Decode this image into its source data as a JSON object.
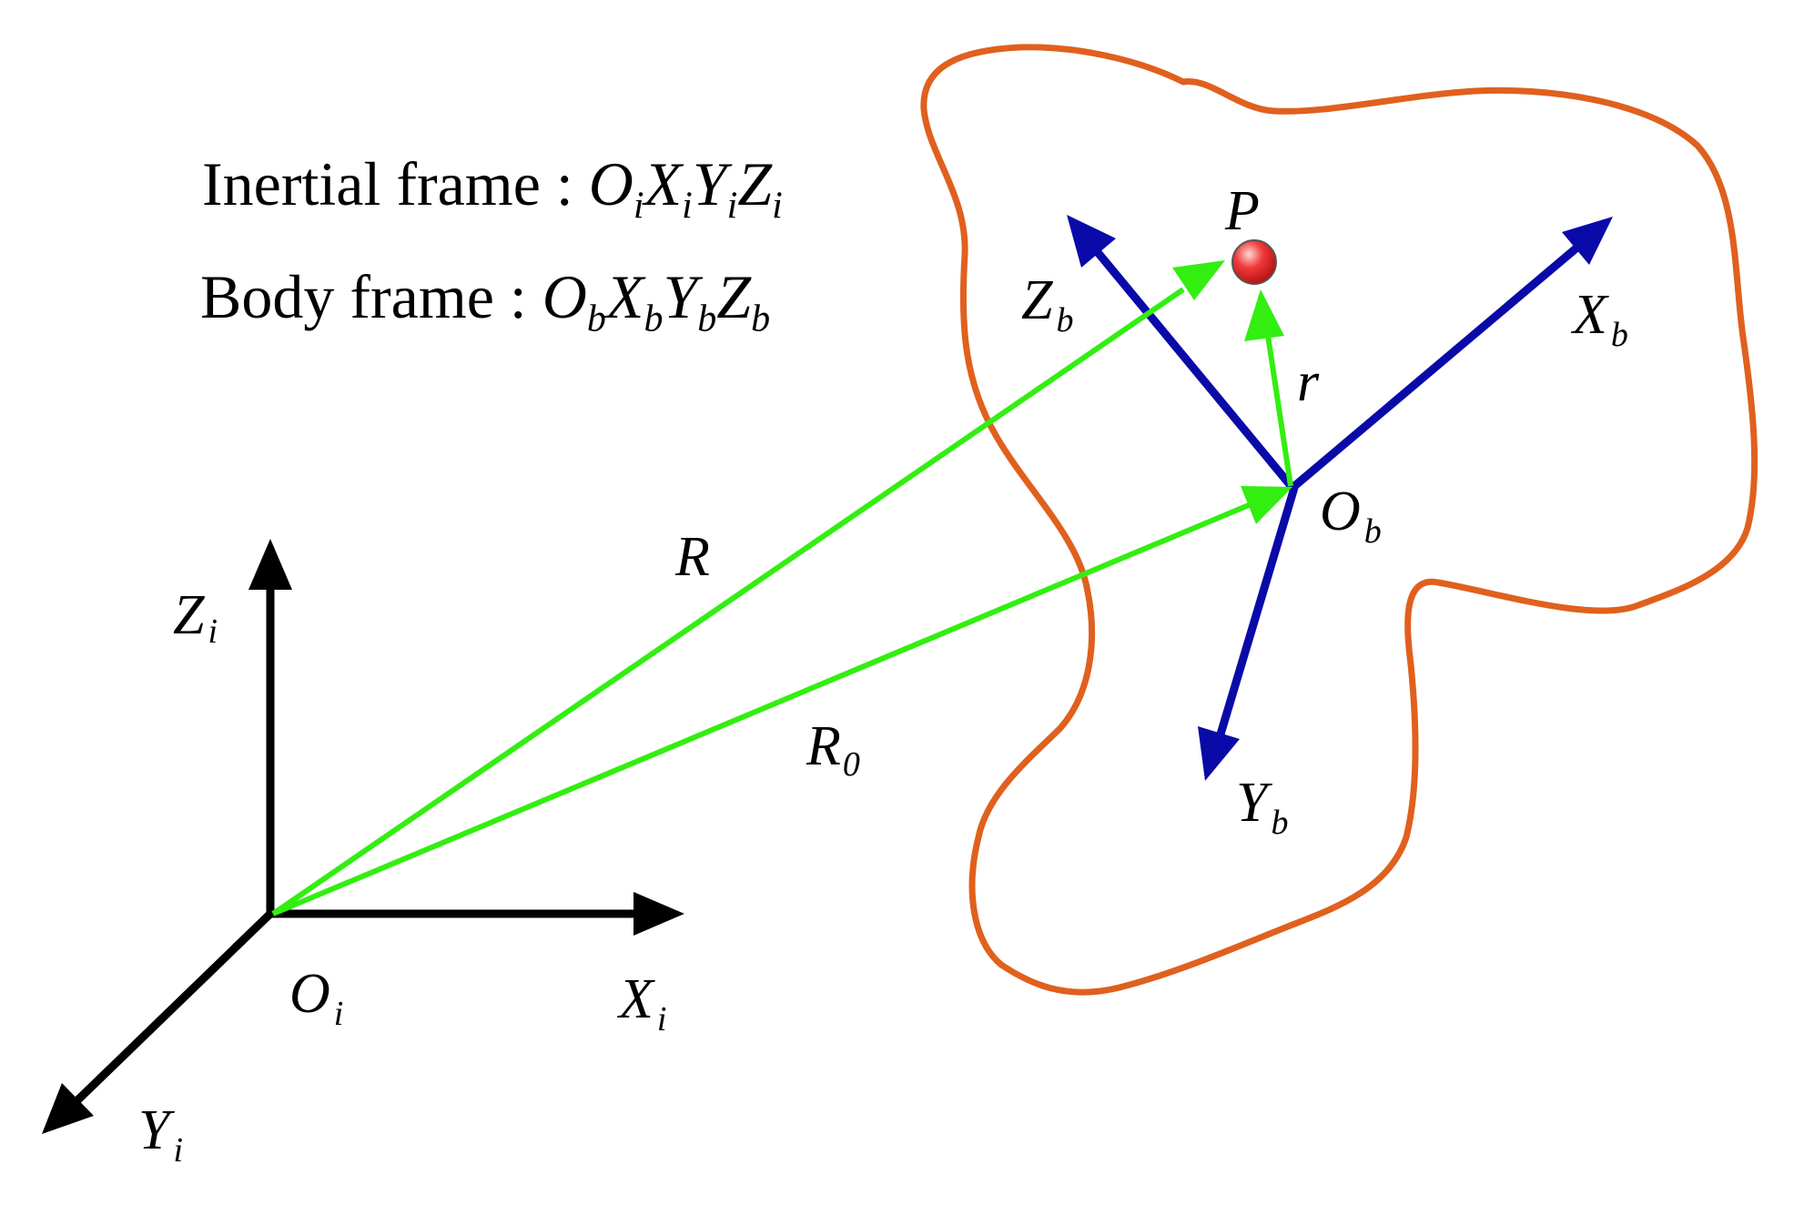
{
  "legend": {
    "inertial": {
      "label": "Inertial frame :",
      "O": "O",
      "O_sub": "i",
      "X": "X",
      "X_sub": "i",
      "Y": "Y",
      "Y_sub": "i",
      "Z": "Z",
      "Z_sub": "i"
    },
    "body": {
      "label": "Body frame :",
      "O": "O",
      "O_sub": "b",
      "X": "X",
      "X_sub": "b",
      "Y": "Y",
      "Y_sub": "b",
      "Z": "Z",
      "Z_sub": "b"
    }
  },
  "labels": {
    "Zi": {
      "main": "Z",
      "sub": "i"
    },
    "Xi": {
      "main": "X",
      "sub": "i"
    },
    "Yi": {
      "main": "Y",
      "sub": "i"
    },
    "Oi": {
      "main": "O",
      "sub": "i"
    },
    "Zb": {
      "main": "Z",
      "sub": "b"
    },
    "Xb": {
      "main": "X",
      "sub": "b"
    },
    "Yb": {
      "main": "Y",
      "sub": "b"
    },
    "Ob": {
      "main": "O",
      "sub": "b"
    },
    "R": {
      "main": "R"
    },
    "R0": {
      "main": "R",
      "sub": "0"
    },
    "r": {
      "main": "r"
    },
    "P": {
      "main": "P"
    }
  },
  "colors": {
    "inertial_axes": "#000000",
    "body_axes": "#0a0aa8",
    "vectors": "#33ee11",
    "body_outline": "#e0601e",
    "point": "#ee2222"
  }
}
